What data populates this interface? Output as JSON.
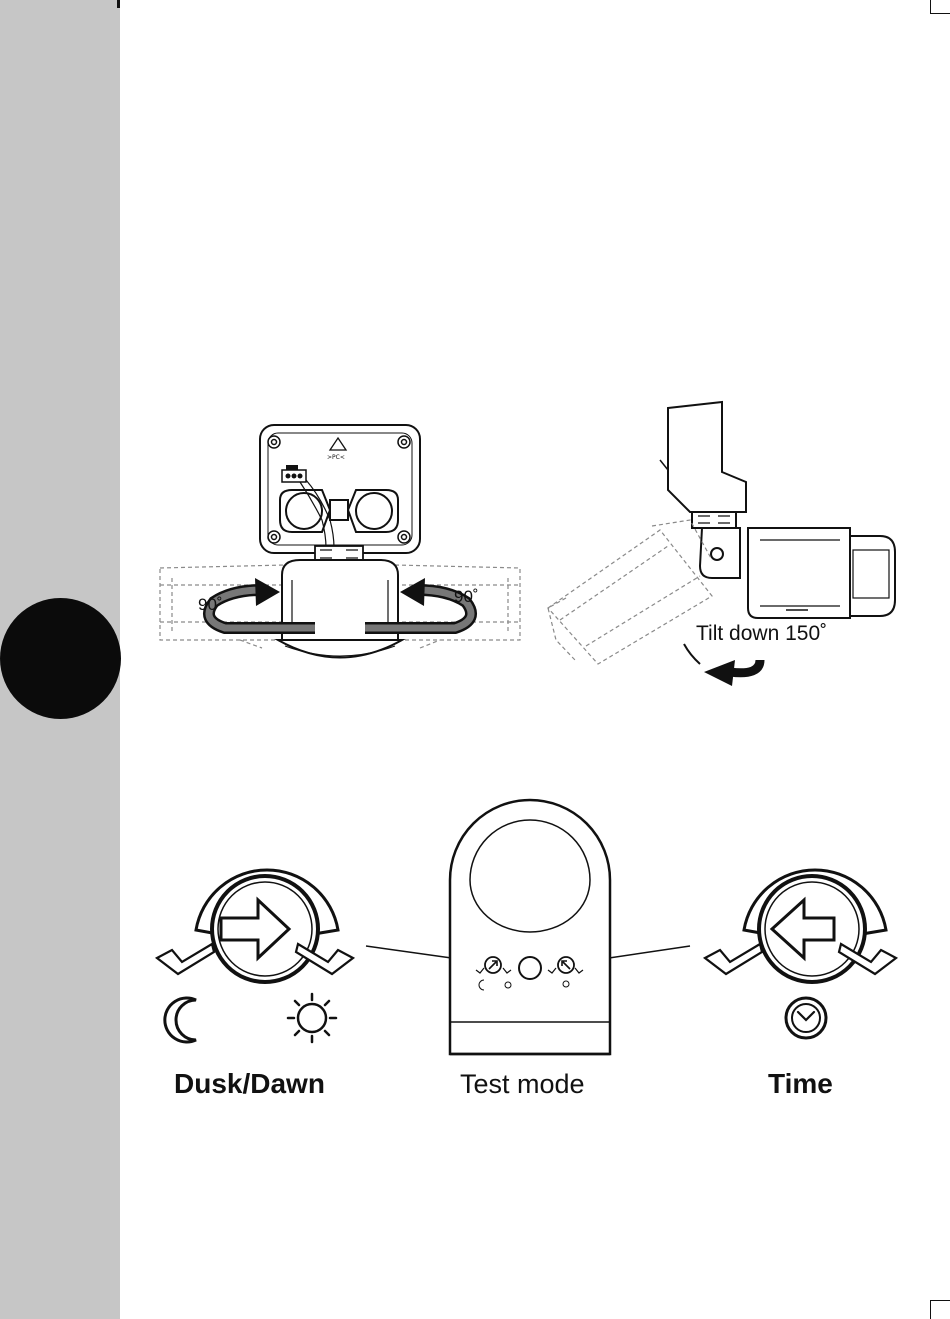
{
  "rotation": {
    "left_angle": "90˚",
    "right_angle": "90˚"
  },
  "tilt": {
    "label": "Tilt down 150˚"
  },
  "controls": {
    "dusk_dawn_label": "Dusk/Dawn",
    "test_mode_label": "Test mode",
    "time_label": "Time"
  },
  "icons": {
    "moon": "crescent-moon-icon",
    "sun": "sun-icon",
    "clock": "clock-icon",
    "recycle": "recycle-triangle-icon"
  },
  "colors": {
    "side_strip": "#c6c6c6",
    "tab": "#0b0b0b",
    "line": "#111111",
    "dashed": "#8a8a8a"
  }
}
